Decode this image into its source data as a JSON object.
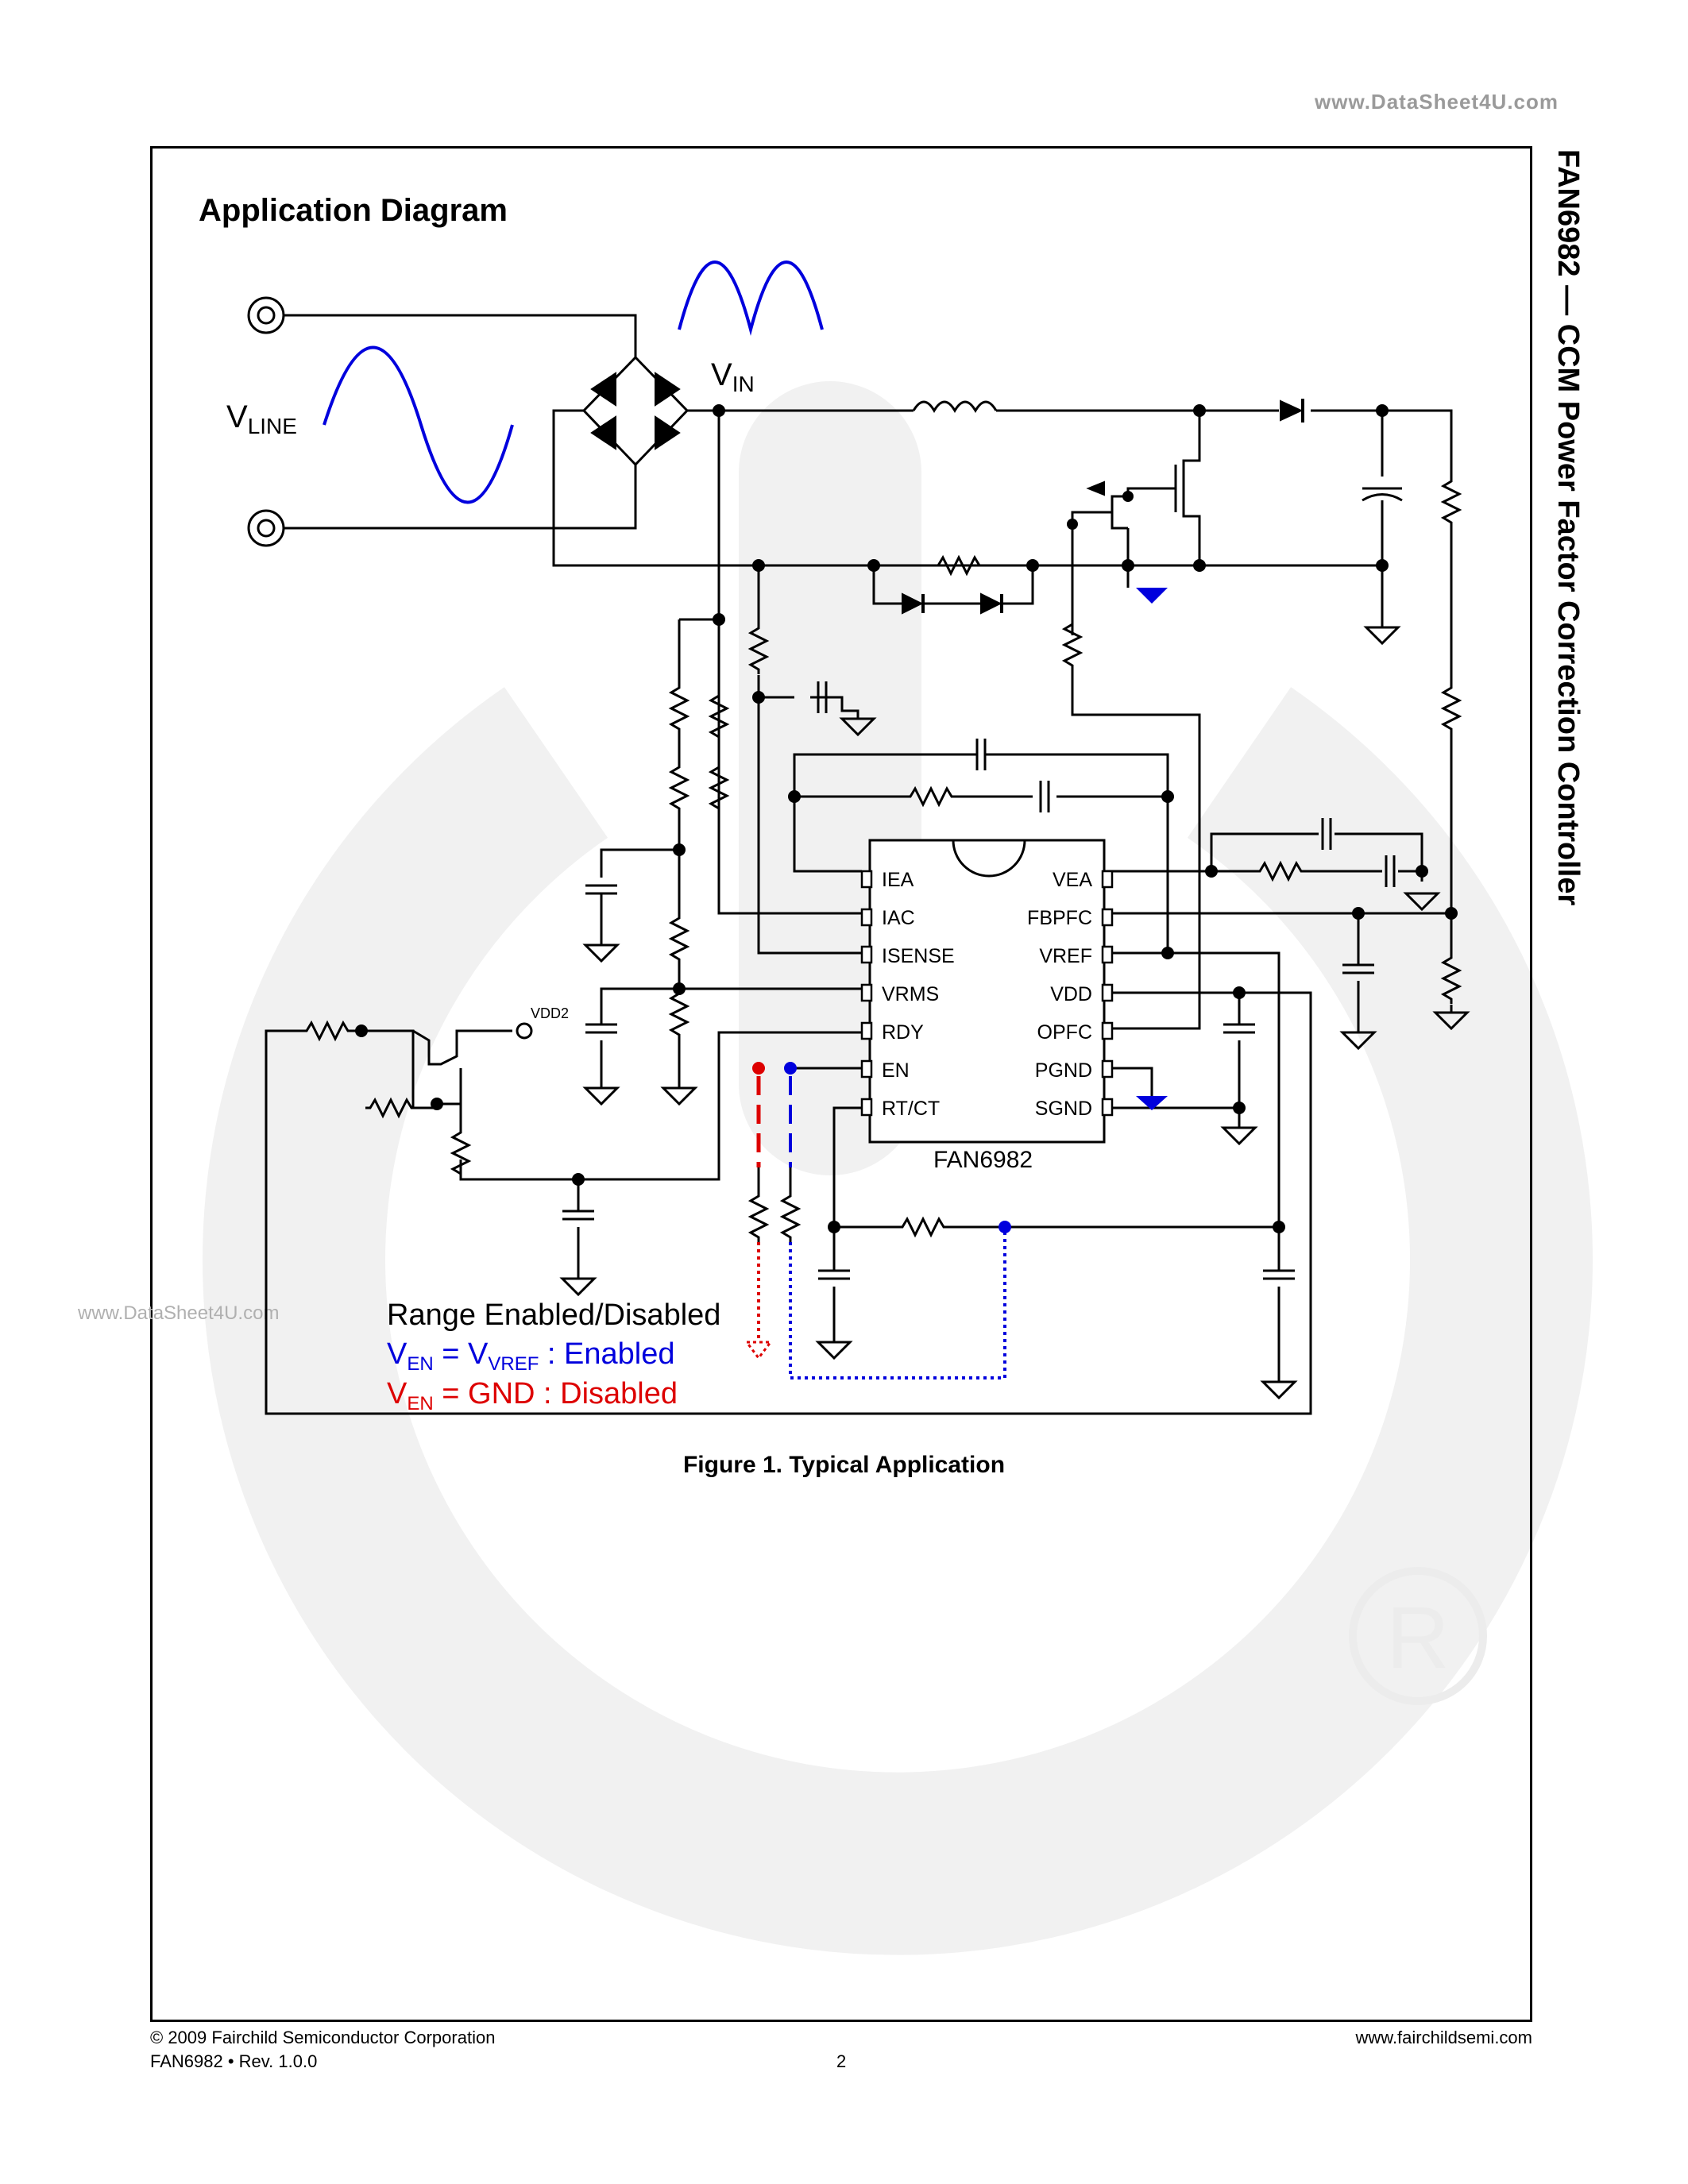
{
  "watermark_top": "www.DataSheet4U.com",
  "watermark_mid": "www.DataSheet4U.com",
  "side_title": "FAN6982 — CCM Power Factor Correction Controller",
  "section_title": "Application Diagram",
  "figure_caption": "Figure 1. Typical Application",
  "diagram": {
    "vline_label": "V",
    "vline_sub": "LINE",
    "vin_label": "V",
    "vin_sub": "IN",
    "vdd2_label": "VDD2",
    "ic_name": "FAN6982",
    "pins_left": [
      "IEA",
      "IAC",
      "ISENSE",
      "VRMS",
      "RDY",
      "EN",
      "RT/CT"
    ],
    "pins_right": [
      "VEA",
      "FBPFC",
      "VREF",
      "VDD",
      "OPFC",
      "PGND",
      "SGND"
    ],
    "range_title": "Range Enabled/Disabled",
    "enabled_v": "V",
    "enabled_sub1": "EN",
    "enabled_eq": " = V",
    "enabled_sub2": "VREF",
    "enabled_text": " : Enabled",
    "disabled_v": "V",
    "disabled_sub1": "EN",
    "disabled_text": " = GND  : Disabled",
    "colors": {
      "enabled": "#0000dd",
      "disabled": "#dd0000",
      "waveform": "#0000dd",
      "logo": "#f1f1f1"
    }
  },
  "footer": {
    "copyright": "© 2009 Fairchild Semiconductor Corporation",
    "doc_rev": "FAN6982 • Rev. 1.0.0",
    "page": "2",
    "url": "www.fairchildsemi.com"
  }
}
